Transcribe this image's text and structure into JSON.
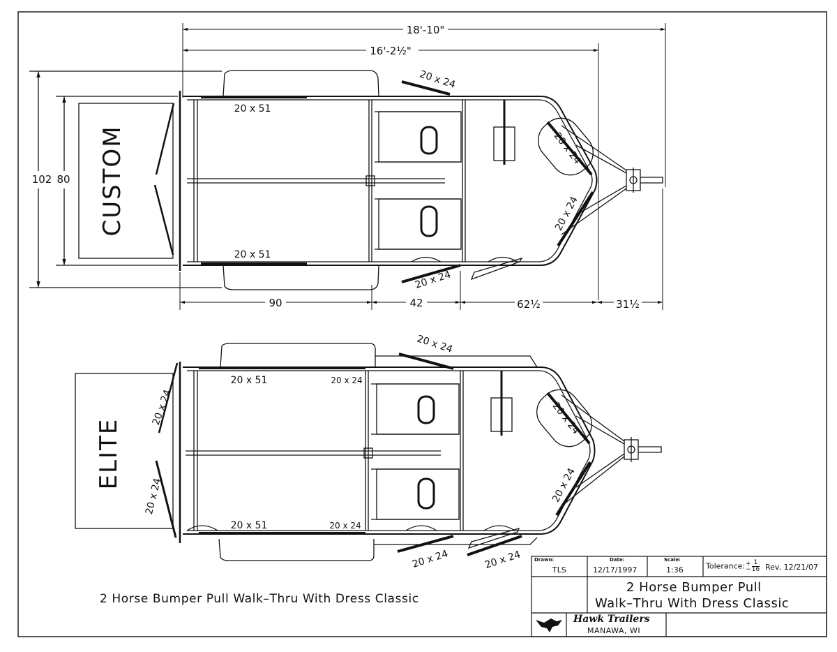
{
  "overall_length": "18'-10\"",
  "body_length": "16'-2½\"",
  "custom": {
    "label": "CUSTOM",
    "overall_width": "102",
    "inner_width": "80",
    "window_top": "20 x 24",
    "window_bottom": "20 x 24",
    "nose_window_upper": "20 x 24",
    "nose_window_lower": "20 x 24",
    "side_top": "20 x 51",
    "side_bottom": "20 x 51",
    "dim_90": "90",
    "dim_42": "42",
    "dim_62": "62½",
    "dim_31": "31½"
  },
  "elite": {
    "label": "ELITE",
    "window_top": "20 x 24",
    "nose_window_upper": "20 x 24",
    "nose_window_lower": "20 x 24",
    "rear_window_upper": "20 x 24",
    "rear_window_lower": "20 x 24",
    "side_top": "20 x 51",
    "side_top_small": "20 x 24",
    "side_bottom": "20 x 51",
    "side_bottom_small": "20 x 24",
    "window_bottom_left": "20 x 24",
    "window_bottom_right": "20 x 24"
  },
  "caption": "2 Horse Bumper Pull Walk–Thru With Dress Classic",
  "title_block": {
    "drawn_label": "Drawn:",
    "drawn_value": "TLS",
    "date_label": "Date:",
    "date_value": "12/17/1997",
    "scale_label": "Scale:",
    "scale_value": "1:36",
    "tolerance": "Tolerance:",
    "tolerance_plus": "+",
    "tolerance_minus": "−",
    "tolerance_num": "1",
    "tolerance_den": "16",
    "revision": "Rev. 12/21/07",
    "title_line1": "2 Horse Bumper Pull",
    "title_line2": "Walk–Thru With Dress Classic",
    "company": "Hawk Trailers",
    "city": "MANAWA, WI"
  }
}
